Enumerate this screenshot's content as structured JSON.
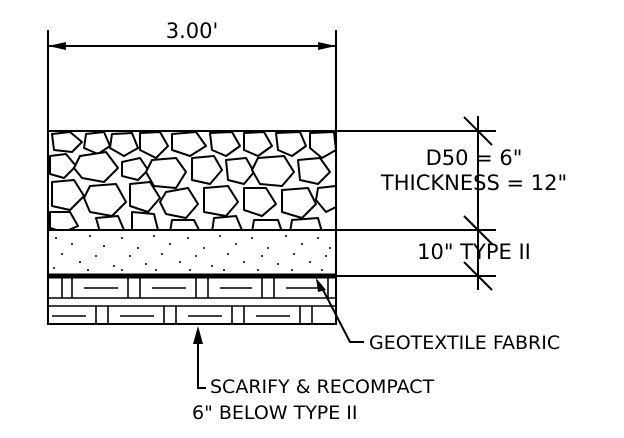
{
  "labels": {
    "width_dimension": "3.00'",
    "d50": "D50 = 6\"",
    "thickness": "THICKNESS = 12\"",
    "bedding": "10\" TYPE II",
    "geotextile": "GEOTEXTILE FABRIC",
    "scarify_line1": "SCARIFY & RECOMPACT",
    "scarify_line2": "6\" BELOW TYPE II"
  }
}
